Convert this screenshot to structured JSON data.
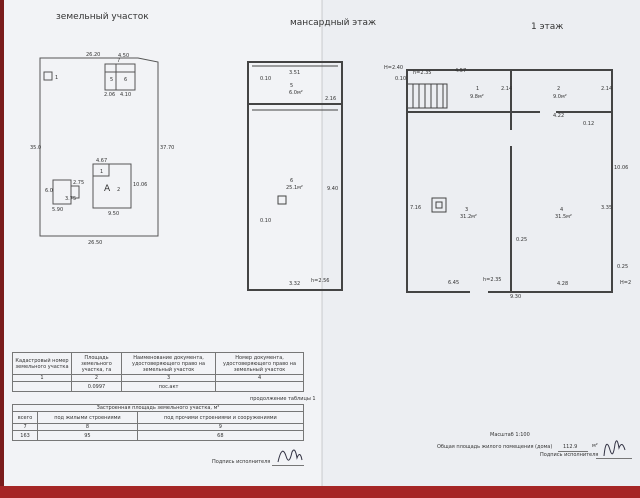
{
  "headers": {
    "land_plot": "земельный участок",
    "attic_floor": "мансардный этаж",
    "first_floor": "1 этаж"
  },
  "land_plan": {
    "dims": [
      "26.20",
      "4.50",
      "26.50",
      "35.0",
      "37.70",
      "10.06",
      "9.50",
      "4.67",
      "5.90",
      "2.06",
      "4.10",
      "6.0",
      "3.75",
      "2.75"
    ],
    "labels": [
      "1",
      "7",
      "5",
      "6",
      "А",
      "2",
      "1"
    ]
  },
  "attic_plan": {
    "rooms": [
      {
        "num": "5",
        "area": "6.0м²"
      },
      {
        "num": "6",
        "area": "25.1м²"
      }
    ],
    "dims": [
      "3.51",
      "0.10",
      "2.16",
      "9.40",
      "0.10",
      "3.32",
      "h=2.56"
    ]
  },
  "first_floor_plan": {
    "rooms": [
      {
        "num": "1",
        "area": "9.8м²"
      },
      {
        "num": "2",
        "area": "9.0м²"
      },
      {
        "num": "3",
        "area": "31.2м²"
      },
      {
        "num": "4",
        "area": "31.5м²"
      }
    ],
    "dims": [
      "H=2.40",
      "0.10",
      "h=2.35",
      "4.57",
      "4.22",
      "0.12",
      "2.14",
      "2.14",
      "10.06",
      "7.16",
      "3.35",
      "0.25",
      "6.45",
      "h=2.35",
      "4.28",
      "9.30",
      "0.25",
      "H=2"
    ]
  },
  "table1": {
    "headers": [
      "Кадастровый номер земельного участка",
      "Площадь земельного участка, га",
      "Наименование документа, удостоверяющего право на земельный участок",
      "Номер документа, удостоверяющего право на земельный участок"
    ],
    "nums": [
      "1",
      "2",
      "3",
      "4"
    ],
    "row": [
      "",
      "0.0997",
      "пос.акт",
      ""
    ]
  },
  "continuation_note": "продолжение таблицы 1",
  "table2": {
    "title": "Застроенная площадь земельного участка, м²",
    "headers": [
      "всего",
      "под жилыми строениями",
      "под прочими строениями и сооружениями"
    ],
    "nums": [
      "7",
      "8",
      "9"
    ],
    "values": [
      "163",
      "95",
      "68"
    ]
  },
  "footer_left": {
    "signature_label": "Подпись исполнителя"
  },
  "footer_right": {
    "scale": "Масштаб 1:100",
    "total_area_label": "Общая площадь жилого помещения (дома)",
    "total_area_value": "112.9",
    "unit": "м²",
    "signature_label": "Подпись исполнителя"
  }
}
